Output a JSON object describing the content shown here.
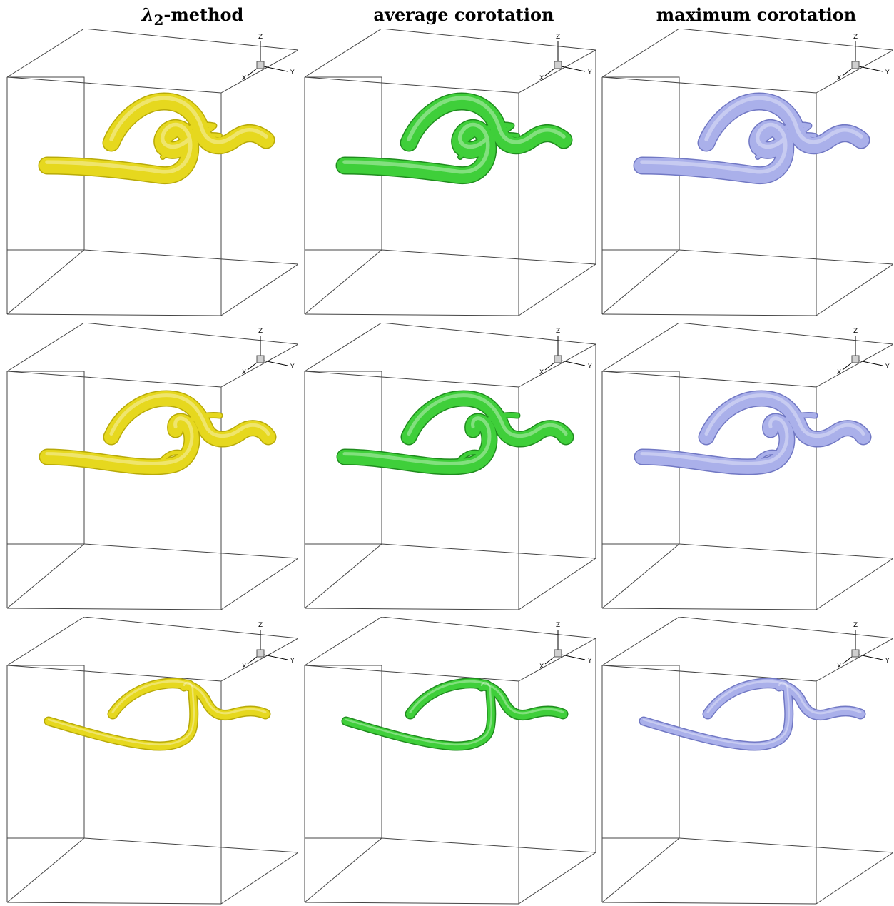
{
  "columns": [
    {
      "title_symbol": "λ",
      "title_sub": "2",
      "title_rest": "-method",
      "color": "#e6d81e",
      "shade": "#b8aa08"
    },
    {
      "title": "average corotation",
      "color": "#3fcf3a",
      "shade": "#1f8c1e"
    },
    {
      "title": "maximum corotation",
      "color": "#aab0ea",
      "shade": "#7178c4"
    }
  ],
  "axes": {
    "x": "X",
    "y": "Y",
    "z": "Z"
  }
}
